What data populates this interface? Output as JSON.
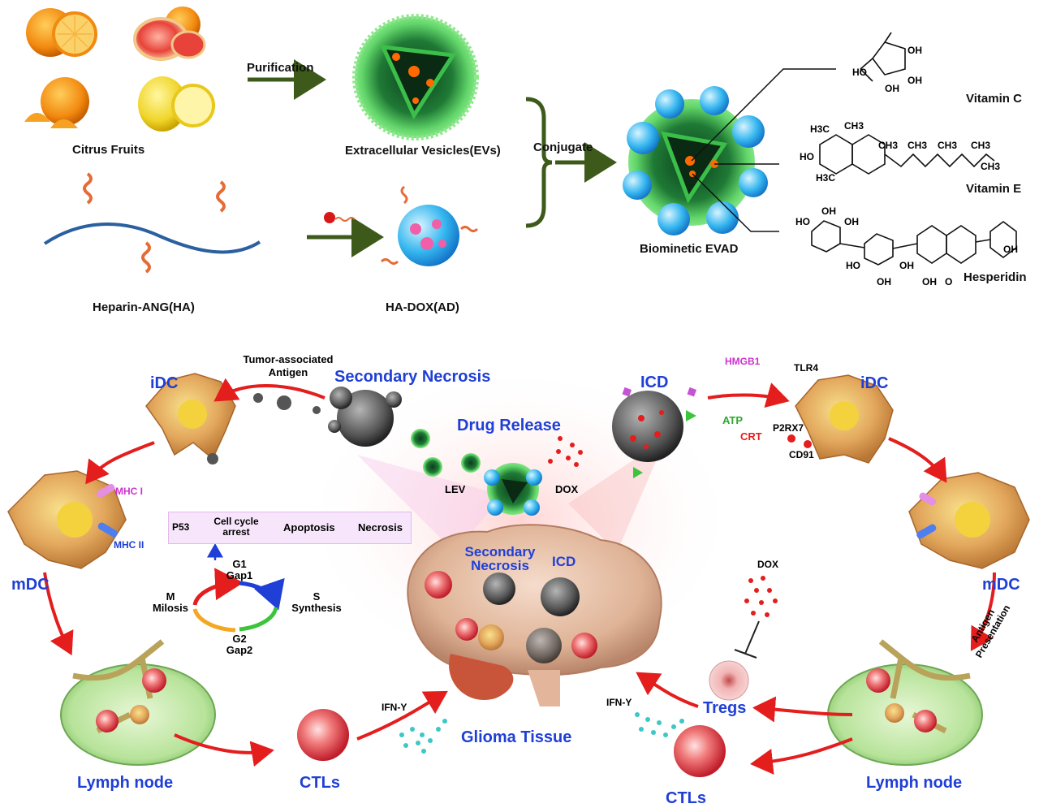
{
  "top": {
    "citrus_label": "Citrus Fruits",
    "purification_label": "Purification",
    "ev_label": "Extracellular Vesicles(EVs)",
    "conjugate_label": "Conjugate",
    "heparin_label": "Heparin-ANG(HA)",
    "hadox_label": "HA-DOX(AD)",
    "evad_label": "Biominetic EVAD",
    "vitc_label": "Vitamin C",
    "vite_label": "Vitamin E",
    "hesp_label": "Hesperidin"
  },
  "chem": {
    "c_ho": "HO",
    "c_oh1": "OH",
    "c_oh2": "OH",
    "c_oh3": "OH",
    "e_h3c1": "H3C",
    "e_ch3a": "CH3",
    "e_ho": "HO",
    "e_h3c2": "H3C",
    "e_ch3b": "CH3",
    "e_ch3c": "CH3",
    "e_ch3d": "CH3",
    "e_ch3e": "CH3",
    "e_ch3f": "CH3",
    "h_ho1": "HO",
    "h_oh1": "OH",
    "h_oh2": "OH",
    "h_ho2": "HO",
    "h_oh3": "OH",
    "h_oh4": "OH",
    "h_oh5": "OH",
    "h_oh6": "OH",
    "h_o": "O"
  },
  "bottom": {
    "idc_left": "iDC",
    "tumor_antigen": "Tumor-associated\nAntigen",
    "secondary_necrosis": "Secondary Necrosis",
    "drug_release": "Drug Release",
    "icd_top": "ICD",
    "hmgb1": "HMGB1",
    "tlr4": "TLR4",
    "idc_right": "iDC",
    "atp": "ATP",
    "crt": "CRT",
    "p2rx7": "P2RX7",
    "cd91": "CD91",
    "lev": "LEV",
    "dox_mid": "DOX",
    "mhc1": "MHC I",
    "mhc2": "MHC II",
    "pathway": {
      "p53": "P53",
      "cellcycle": "Cell cycle\narrest",
      "apoptosis": "Apoptosis",
      "necrosis": "Necrosis"
    },
    "cycle": {
      "g1": "G1\nGap1",
      "s": "S\nSynthesis",
      "g2": "G2\nGap2",
      "m": "M\nMilosis"
    },
    "mdc_left": "mDC",
    "mdc_right": "mDC",
    "brain_secnec": "Secondary\nNecrosis",
    "brain_icd": "ICD",
    "dox_right": "DOX",
    "antigen_presentation": "Antigen\nPresentation",
    "tregs": "Tregs",
    "ifn_left": "IFN-Y",
    "ifn_right": "IFN-Y",
    "glioma": "Glioma Tissue",
    "lymph_left": "Lymph node",
    "ctls_left": "CTLs",
    "ctls_right": "CTLs",
    "lymph_right": "Lymph node"
  },
  "colors": {
    "arrow_dark_green": "#3d5a1a",
    "arrow_red": "#e41d1d",
    "label_blue": "#1f3fd6",
    "magenta": "#cc33cc",
    "ev_green": "#5fd35f",
    "cell_tan": "#e5b76f"
  }
}
